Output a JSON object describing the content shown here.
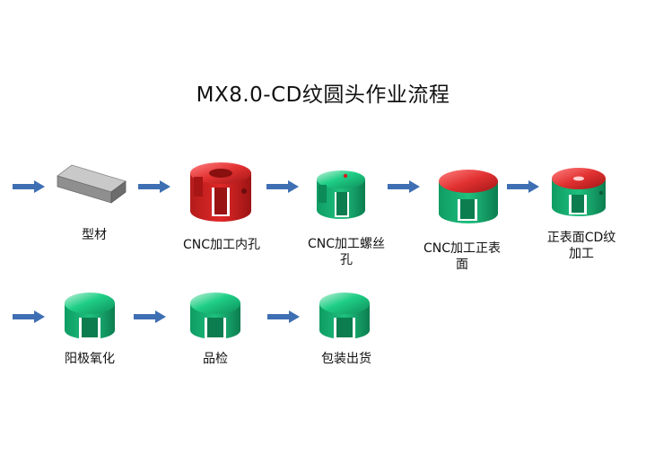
{
  "title": "MX8.0-CD纹圆头作业流程",
  "steps": [
    {
      "label": "型材"
    },
    {
      "label": "CNC加工内孔"
    },
    {
      "label": "CNC加工螺丝孔"
    },
    {
      "label": "CNC加工正表面"
    },
    {
      "label": "正表面CD纹加工"
    },
    {
      "label": "阳极氧化"
    },
    {
      "label": "品检"
    },
    {
      "label": "包装出货"
    }
  ],
  "colors": {
    "arrow": "#3f6fb3",
    "red": "#e52b2b",
    "green": "#14b777",
    "gray": "#9a9a9a"
  }
}
